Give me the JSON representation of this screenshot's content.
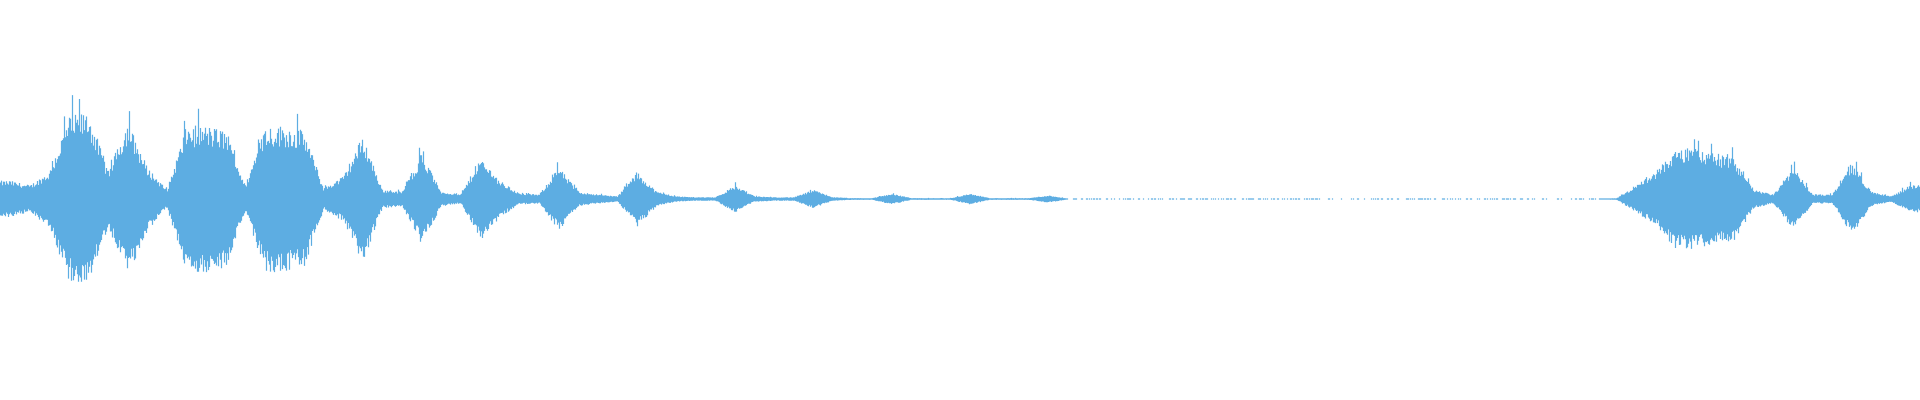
{
  "waveform": {
    "color": "#5dade2",
    "background": "#ffffff",
    "amplitude_envelope": [
      0.2,
      0.15,
      0.3,
      0.9,
      0.95,
      0.3,
      0.85,
      0.35,
      0.1,
      0.8,
      0.8,
      0.75,
      0.15,
      0.8,
      0.8,
      0.75,
      0.12,
      0.25,
      0.7,
      0.1,
      0.08,
      0.5,
      0.08,
      0.05,
      0.45,
      0.2,
      0.06,
      0.05,
      0.35,
      0.08,
      0.05,
      0.03,
      0.3,
      0.08,
      0.03,
      0.02,
      0.02,
      0.15,
      0.03,
      0.02,
      0.02,
      0.1,
      0.02,
      0.01,
      0.01,
      0.06,
      0.01,
      0.01,
      0.01,
      0.06,
      0.01,
      0.01,
      0.01,
      0.04,
      0.005,
      0.005,
      0.005,
      0.005,
      0.005,
      0.005,
      0.005,
      0.005,
      0.005,
      0.005,
      0.005,
      0.005,
      0.005,
      0.005,
      0.005,
      0.005,
      0.005,
      0.005,
      0.005,
      0.005,
      0.005,
      0.005,
      0.005,
      0.005,
      0.005,
      0.005,
      0.005,
      0.005,
      0.01,
      0.15,
      0.3,
      0.55,
      0.55,
      0.5,
      0.45,
      0.1,
      0.05,
      0.35,
      0.05,
      0.05,
      0.4,
      0.08,
      0.03,
      0.15
    ]
  }
}
